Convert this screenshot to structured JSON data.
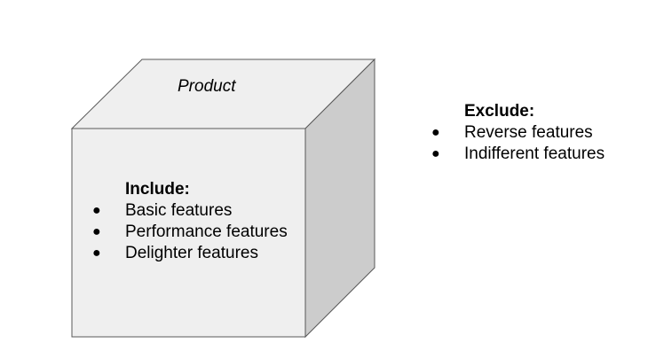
{
  "product": {
    "label": "Product"
  },
  "include": {
    "heading": "Include:",
    "items": [
      "Basic features",
      "Performance features",
      "Delighter features"
    ]
  },
  "exclude": {
    "heading": "Exclude:",
    "items": [
      "Reverse features",
      "Indifferent features"
    ]
  },
  "colors": {
    "front_face": "#efefef",
    "top_face": "#efefef",
    "side_face": "#cccccc",
    "edge": "#595959"
  }
}
